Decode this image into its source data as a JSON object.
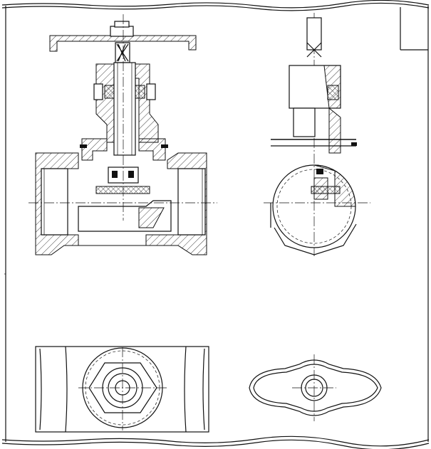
{
  "drawing": {
    "views": [
      {
        "id": "front-section"
      },
      {
        "id": "side-section"
      },
      {
        "id": "top-view"
      },
      {
        "id": "handwheel-view"
      }
    ]
  },
  "colors": {
    "line": "#111111",
    "paper": "#ffffff"
  }
}
